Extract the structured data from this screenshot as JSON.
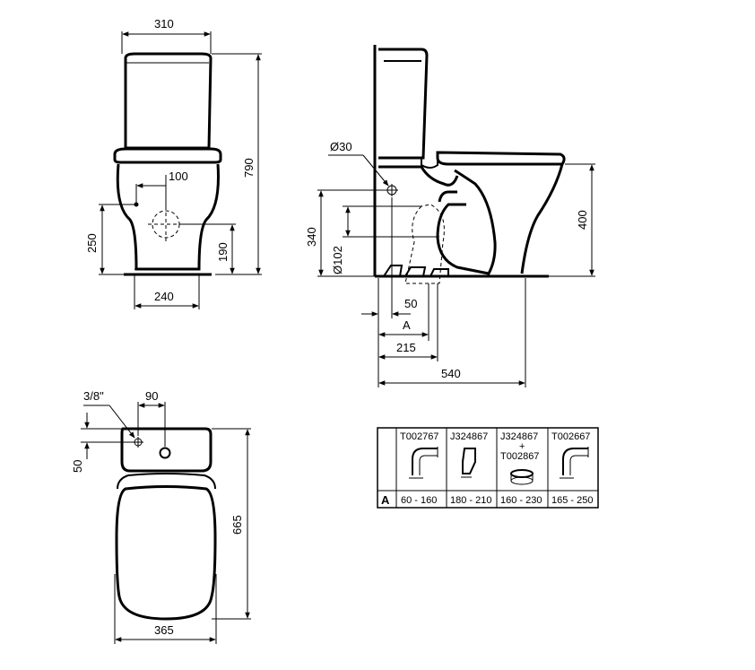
{
  "front_view": {
    "width_top": "310",
    "height_total": "790",
    "inlet_offset": "100",
    "outlet_height": "250",
    "outlet_center": "190",
    "base_width": "240"
  },
  "side_view": {
    "inlet_diameter": "Ø30",
    "seat_height": "400",
    "inlet_height": "340",
    "outlet_diameter": "Ø102",
    "wall_offset": "50",
    "var_label": "A",
    "outlet_depth": "215",
    "total_depth": "540"
  },
  "top_view": {
    "inlet_thread": "3/8\"",
    "inlet_spacing": "90",
    "inlet_offset": "50",
    "length": "665",
    "width": "365"
  },
  "connector_table": {
    "row_label": "A",
    "columns": [
      {
        "code": "T002767",
        "code2": "",
        "range": "60 - 160"
      },
      {
        "code": "J324867",
        "code2": "",
        "range": "180 - 210"
      },
      {
        "code": "J324867",
        "plus": "+",
        "code2": "T002867",
        "range": "160 - 230"
      },
      {
        "code": "T002667",
        "code2": "",
        "range": "165 - 250"
      }
    ]
  }
}
